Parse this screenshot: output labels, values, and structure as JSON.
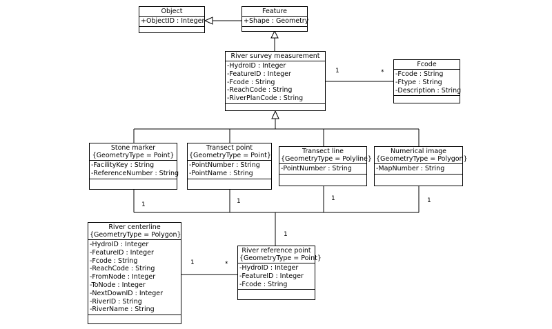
{
  "classes": {
    "object": {
      "title": [
        "Object"
      ],
      "attributes": [
        "+ObjectID : Integer"
      ]
    },
    "feature": {
      "title": [
        "Feature"
      ],
      "attributes": [
        "+Shape : Geometry"
      ]
    },
    "river_survey": {
      "title": [
        "River survey measurement"
      ],
      "attributes": [
        "-HydroID : Integer",
        "-FeatureID : Integer",
        "-Fcode : String",
        "-ReachCode : String",
        "-RiverPlanCode : String"
      ]
    },
    "fcode": {
      "title": [
        "Fcode"
      ],
      "attributes": [
        "-Fcode : String",
        "-Ftype : String",
        "-Description : String"
      ]
    },
    "stone_marker": {
      "title": [
        "Stone marker",
        "{GeometryType = Point}"
      ],
      "attributes": [
        "-FacilityKey : String",
        "-ReferenceNumber : String"
      ]
    },
    "transect_point": {
      "title": [
        "Transect point",
        "{GeometryType = Point}"
      ],
      "attributes": [
        "-PointNumber : String",
        "-PointName : String"
      ]
    },
    "transect_line": {
      "title": [
        "Transect line",
        "{GeometryType = Polyline}"
      ],
      "attributes": [
        "-PointNumber : String"
      ]
    },
    "numerical_image": {
      "title": [
        "Numerical image",
        "{GeometryType = Polygon}"
      ],
      "attributes": [
        "-MapNumber : String"
      ]
    },
    "river_centerline": {
      "title": [
        "River centerline",
        "{GeometryType = Polygon}"
      ],
      "attributes": [
        "-HydroID : Integer",
        "-FeatureID : Integer",
        "-Fcode : String",
        "-ReachCode : String",
        "-FromNode : Integer",
        "-ToNode : Integer",
        "-NextDownID : Integer",
        "-RiverID : String",
        "-RiverName : String"
      ]
    },
    "river_reference_point": {
      "title": [
        "River reference point",
        "{GeometryType = Point}"
      ],
      "attributes": [
        "-HydroID : Integer",
        "-FeatureID : Integer",
        "-Fcode : String"
      ]
    }
  },
  "multiplicities": {
    "survey_fcode_left": "1",
    "survey_fcode_right": "*",
    "stone_marker": "1",
    "transect_point": "1",
    "transect_line": "1",
    "numerical_image": "1",
    "ref_point_top": "1",
    "centerline_left": "1",
    "centerline_right": "*"
  }
}
